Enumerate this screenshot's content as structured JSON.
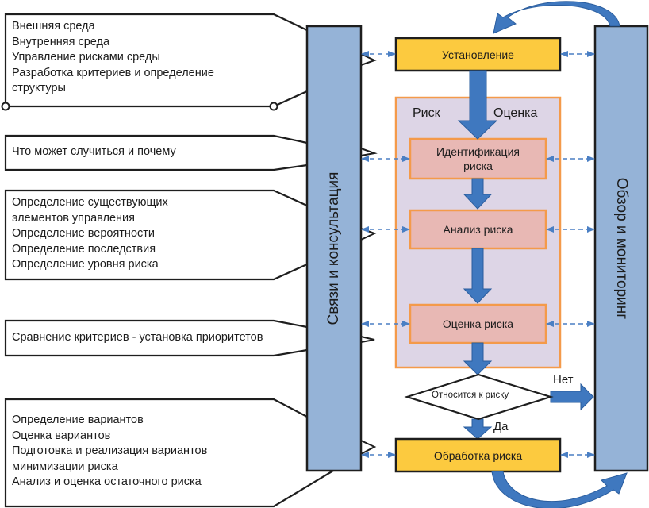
{
  "diagram": {
    "callouts": [
      {
        "lines": [
          "Внешняя среда",
          "Внутренняя среда",
          "Управление рисками среды",
          "Разработка критериев и определение",
          "структуры"
        ]
      },
      {
        "lines": [
          "Что может случиться и почему"
        ]
      },
      {
        "lines": [
          "Определение существующих",
          "элементов управления",
          "Определение вероятности",
          "Определение последствия",
          "Определение уровня риска"
        ]
      },
      {
        "lines": [
          "Сравнение критериев - установка приоритетов"
        ]
      },
      {
        "lines": [
          "Определение вариантов",
          "Оценка вариантов",
          "Подготовка и реализация вариантов",
          "минимизации риска",
          "Анализ и оценка остаточного риска"
        ]
      }
    ],
    "left_column_label": "Связи и консультация",
    "right_column_label": "Обзор и мониторинг",
    "establishment_label": "Установление",
    "assessment_group": {
      "left_label": "Риск",
      "right_label": "Оценка"
    },
    "steps": [
      {
        "label": "Идентификация риска"
      },
      {
        "label": "Анализ риска"
      },
      {
        "label": "Оценка риска"
      }
    ],
    "decision": {
      "label": "Относится к риску",
      "yes_label": "Да",
      "no_label": "Нет"
    },
    "treatment_label": "Обработка риска",
    "colors": {
      "column_fill": "#95b3d7",
      "yellow_fill": "#fcca3f",
      "assessment_fill": "#ddd5e6",
      "step_fill": "#e8b8b4",
      "orange_border": "#f49a4a",
      "arrow_blue": "#3f78bf",
      "dashed_blue": "#4a7fc4",
      "outline": "#1e1e1e"
    }
  }
}
